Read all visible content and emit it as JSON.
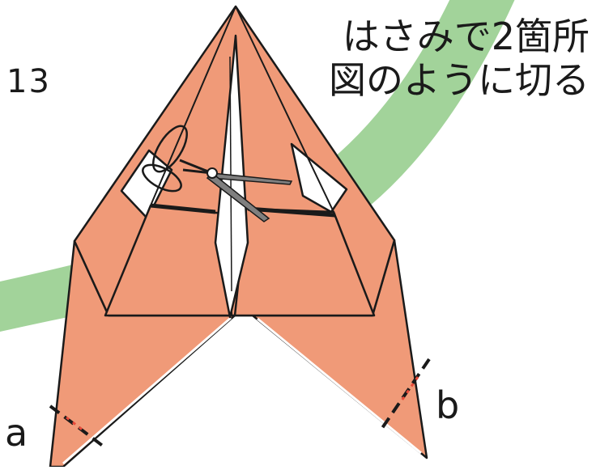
{
  "step": {
    "number": "13"
  },
  "instruction": {
    "line1": "はさみで2箇所",
    "line2": "図のように切る"
  },
  "labels": {
    "a": "a",
    "b": "b"
  },
  "colors": {
    "paper_front": "#f09a78",
    "paper_back": "#ffffff",
    "background_band": "#a2d39a",
    "line": "#1a1a1a",
    "cut_mark": "#e84a3a"
  },
  "icons": {
    "tool": "scissors-icon"
  }
}
